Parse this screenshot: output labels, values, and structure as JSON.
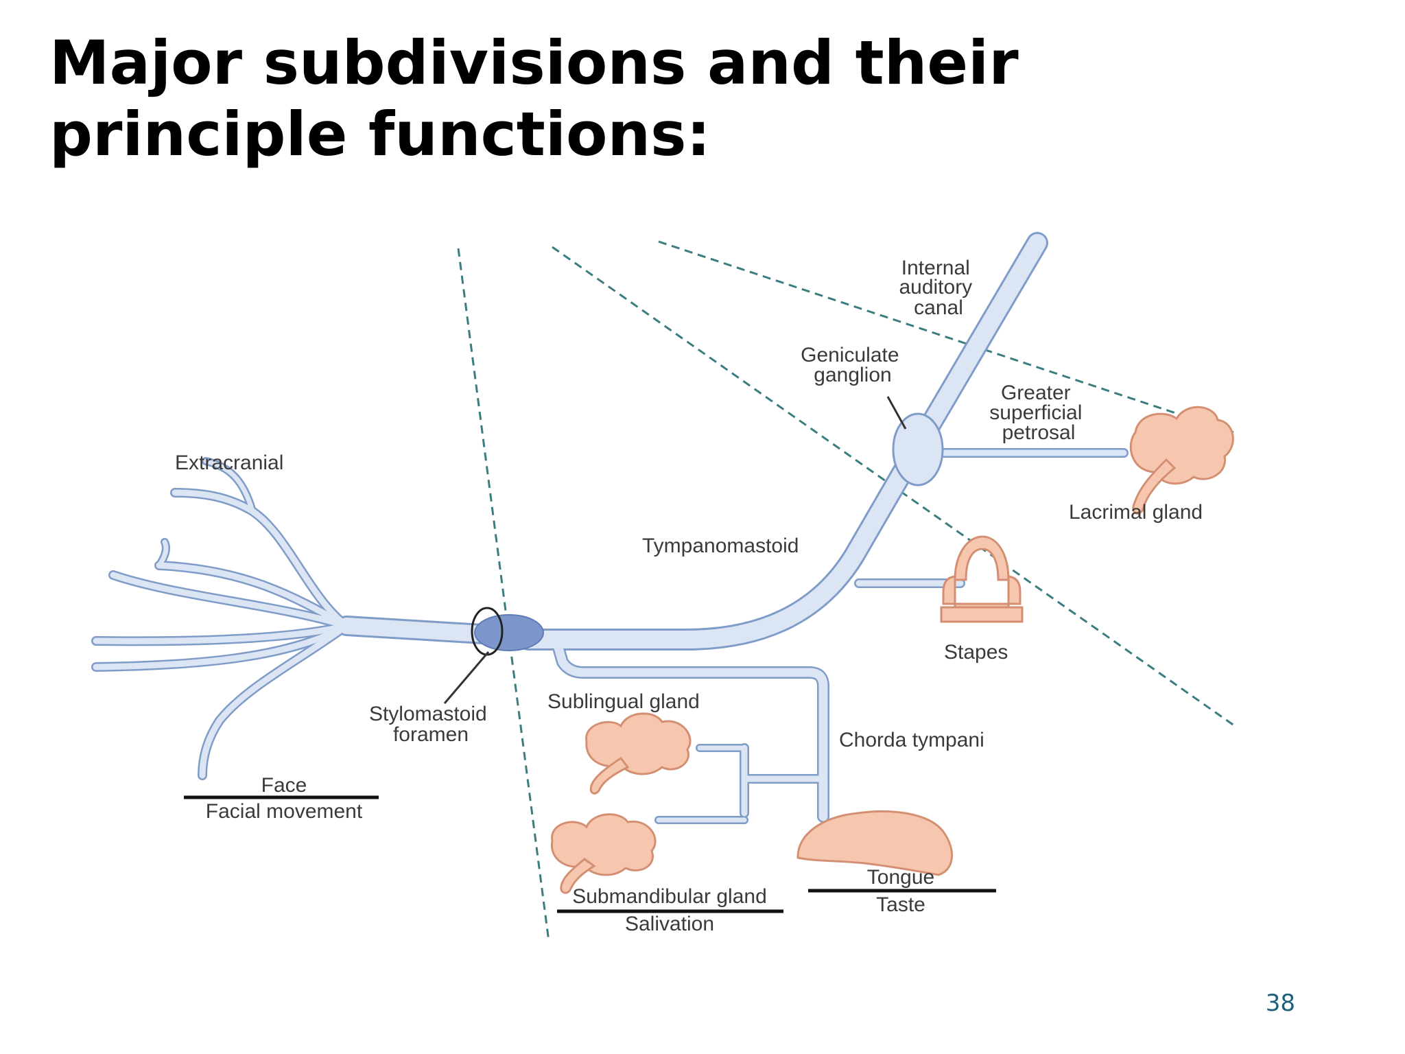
{
  "title": {
    "line1": "Major subdivisions and their",
    "line2": "principle functions:"
  },
  "labels": {
    "internal_canal": [
      "Internal",
      "auditory",
      "canal"
    ],
    "geniculate": [
      "Geniculate",
      "ganglion"
    ],
    "greater_petrosal": [
      "Greater",
      "superficial",
      "petrosal"
    ],
    "extracranial": "Extracranial",
    "lacrimal": "Lacrimal gland",
    "tympanomastoid": "Tympanomastoid",
    "stapes": "Stapes",
    "sublingual": "Sublingual gland",
    "stylomastoid": [
      "Stylomastoid",
      "foramen"
    ],
    "chorda": "Chorda tympani",
    "face": "Face",
    "facial_movement": "Facial movement",
    "tongue": "Tongue",
    "taste": "Taste",
    "submandibular": "Submandibular gland",
    "salivation": "Salivation"
  },
  "colors": {
    "nerve_fill": "#dbe5f3",
    "nerve_edge": "#7f9cc9",
    "foramen_fill": "#7d96cc",
    "gland_fill": "#f6c7ae",
    "gland_edge": "#d48f73",
    "dashed_line": "#3b7d7f"
  },
  "slide_number": "38"
}
